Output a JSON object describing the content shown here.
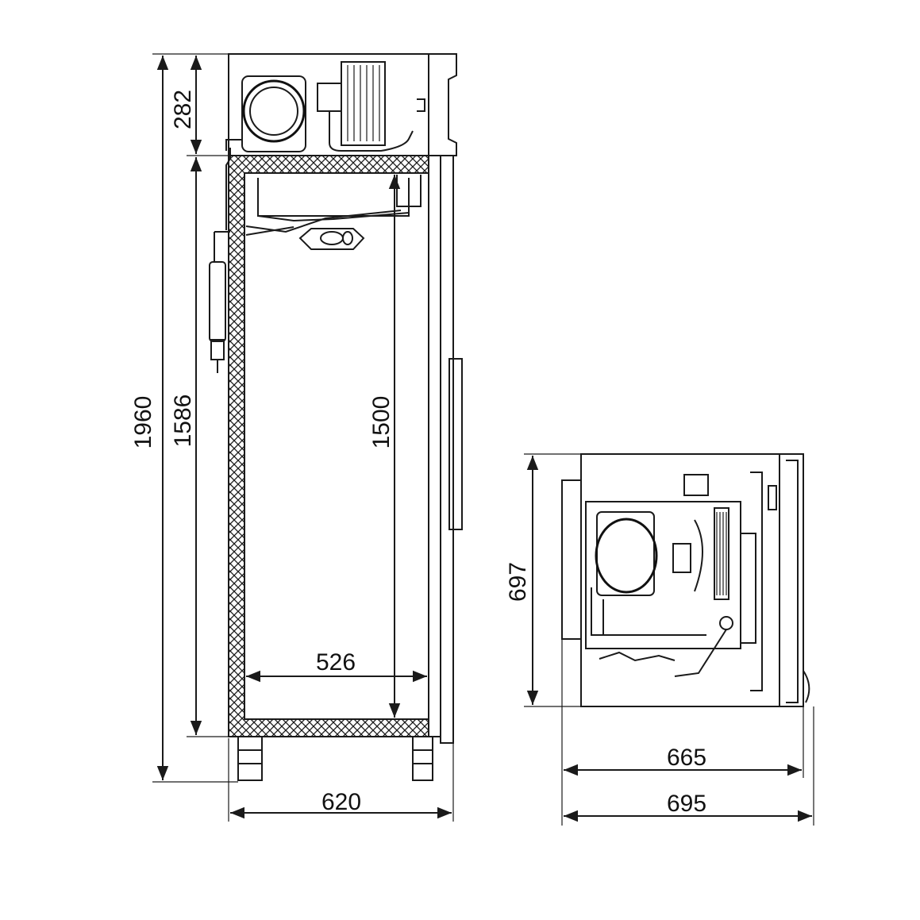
{
  "dimensions": {
    "total_height": "1960",
    "unit_height": "282",
    "cabinet_height": "1586",
    "inner_height": "1500",
    "inner_width": "526",
    "outer_width": "620",
    "top_depth": "697",
    "depth_inner": "665",
    "depth_outer": "695"
  },
  "colors": {
    "line": "#1a1a1a",
    "background": "#ffffff"
  }
}
